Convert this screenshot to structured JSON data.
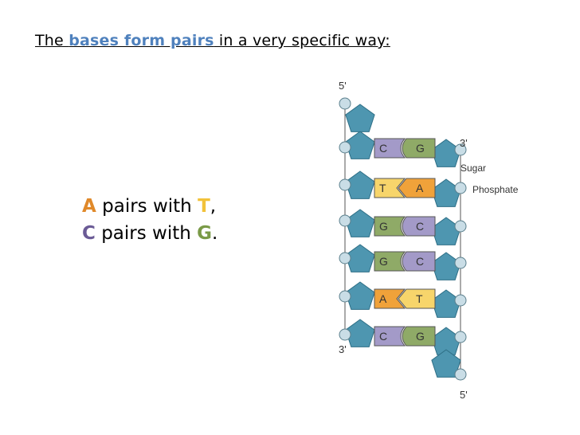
{
  "title": {
    "prefix": "The ",
    "highlight": "bases form pairs",
    "suffix": " in a very specific way:"
  },
  "rules": {
    "line1": {
      "base1": "A",
      "middle": " pairs with ",
      "base2": "T",
      "end": ","
    },
    "line2": {
      "base1": "C",
      "middle": " pairs with ",
      "base2": "G",
      "end": "."
    }
  },
  "diagram": {
    "labels": {
      "left_top": "5'",
      "left_bottom": "3'",
      "right_top": "3'",
      "right_bottom": "5'",
      "sugar": "Sugar",
      "phosphate": "Phosphate"
    },
    "pairs": [
      {
        "left": "C",
        "right": "G"
      },
      {
        "left": "T",
        "right": "A"
      },
      {
        "left": "G",
        "right": "C"
      },
      {
        "left": "G",
        "right": "C"
      },
      {
        "left": "A",
        "right": "T"
      },
      {
        "left": "C",
        "right": "G"
      }
    ],
    "colors": {
      "A": "#f0a23a",
      "T": "#f7d56b",
      "C": "#a39ac8",
      "G": "#8faa67",
      "sugar": "#4e96b0",
      "phosphate": "#c9dde6"
    }
  }
}
